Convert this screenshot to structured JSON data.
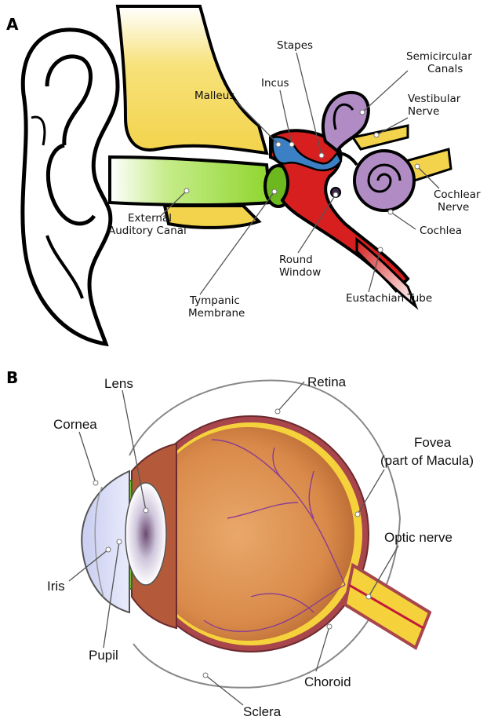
{
  "panel_a": {
    "letter": "A",
    "labels": {
      "stapes": "Stapes",
      "semicircular_1": "Semicircular",
      "semicircular_2": "Canals",
      "incus": "Incus",
      "malleus": "Malleus",
      "vestibular_1": "Vestibular",
      "vestibular_2": "Nerve",
      "cochlear_nerve_1": "Cochlear",
      "cochlear_nerve_2": "Nerve",
      "cochlea": "Cochlea",
      "external_1": "External",
      "external_2": "Auditory Canal",
      "round_window_1": "Round",
      "round_window_2": "Window",
      "tympanic_1": "Tympanic",
      "tympanic_2": "Membrane",
      "eustachian": "Eustachian Tube"
    }
  },
  "panel_b": {
    "letter": "B",
    "labels": {
      "lens": "Lens",
      "retina": "Retina",
      "cornea": "Cornea",
      "fovea_1": "Fovea",
      "fovea_2": "(part of Macula)",
      "optic_nerve": "Optic nerve",
      "iris": "Iris",
      "pupil": "Pupil",
      "choroid": "Choroid",
      "sclera": "Sclera"
    }
  },
  "colors": {
    "bone_yellow": "#f7e27a",
    "canal_green": "#8fd62e",
    "middle_red": "#d71f1f",
    "ossicle_blue": "#3b7fc4",
    "inner_purple": "#b08bc4",
    "eye_orange": "#d98a4a",
    "sclera_brown": "#a8464c"
  }
}
